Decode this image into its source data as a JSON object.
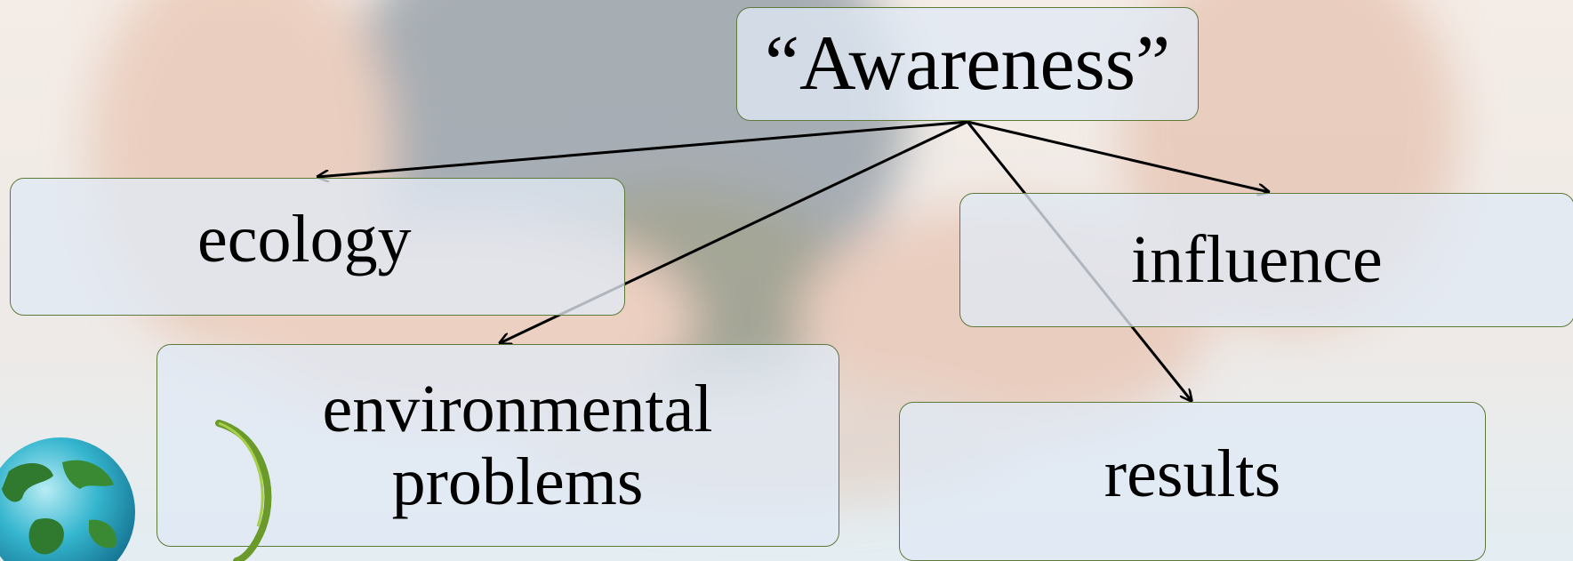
{
  "diagram": {
    "nodes": {
      "root": "“Awareness”",
      "ecology": "ecology",
      "influence": "influence",
      "environmental_line1": "environmental",
      "environmental_line2": "problems",
      "results": "results"
    },
    "edges": [
      {
        "from": "root",
        "to": "ecology"
      },
      {
        "from": "root",
        "to": "environmental"
      },
      {
        "from": "root",
        "to": "influence"
      },
      {
        "from": "root",
        "to": "results"
      }
    ]
  }
}
